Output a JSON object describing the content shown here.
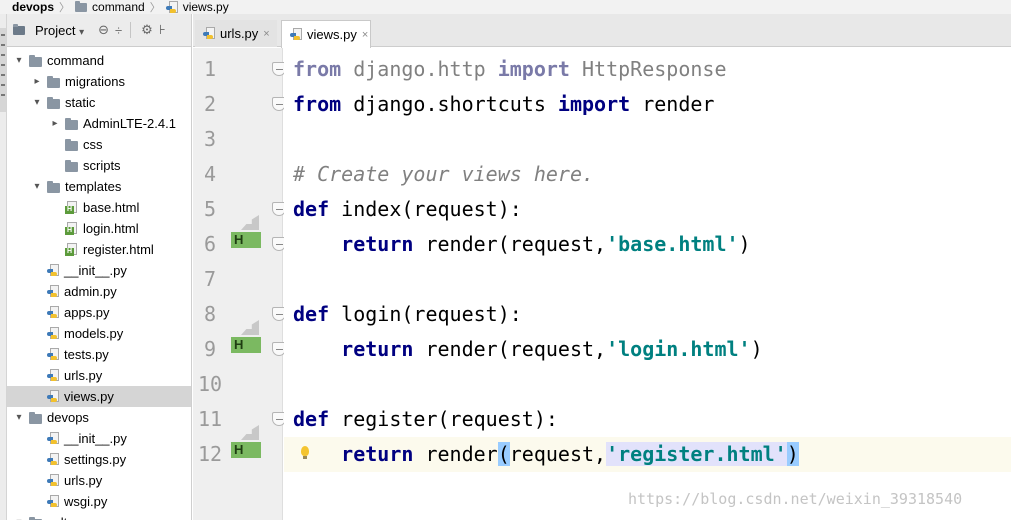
{
  "breadcrumb": [
    "devops",
    "command",
    "views.py"
  ],
  "project_panel": {
    "title": "Project",
    "title_arrow": "▾",
    "toolbar_icons": [
      "⊖",
      "÷",
      "⚙",
      "⊦"
    ],
    "tree": [
      {
        "label": "command",
        "kind": "folder",
        "depth": 1,
        "arrow": "▾"
      },
      {
        "label": "migrations",
        "kind": "folder",
        "depth": 2,
        "arrow": "▸"
      },
      {
        "label": "static",
        "kind": "folder",
        "depth": 2,
        "arrow": "▾"
      },
      {
        "label": "AdminLTE-2.4.1",
        "kind": "folder",
        "depth": 3,
        "arrow": "▸"
      },
      {
        "label": "css",
        "kind": "folder",
        "depth": 3,
        "arrow": ""
      },
      {
        "label": "scripts",
        "kind": "folder",
        "depth": 3,
        "arrow": ""
      },
      {
        "label": "templates",
        "kind": "folder",
        "depth": 2,
        "arrow": "▾"
      },
      {
        "label": "base.html",
        "kind": "html",
        "depth": 3,
        "arrow": ""
      },
      {
        "label": "login.html",
        "kind": "html",
        "depth": 3,
        "arrow": ""
      },
      {
        "label": "register.html",
        "kind": "html",
        "depth": 3,
        "arrow": ""
      },
      {
        "label": "__init__.py",
        "kind": "py",
        "depth": 2,
        "arrow": ""
      },
      {
        "label": "admin.py",
        "kind": "py",
        "depth": 2,
        "arrow": ""
      },
      {
        "label": "apps.py",
        "kind": "py",
        "depth": 2,
        "arrow": ""
      },
      {
        "label": "models.py",
        "kind": "py",
        "depth": 2,
        "arrow": ""
      },
      {
        "label": "tests.py",
        "kind": "py",
        "depth": 2,
        "arrow": ""
      },
      {
        "label": "urls.py",
        "kind": "py",
        "depth": 2,
        "arrow": ""
      },
      {
        "label": "views.py",
        "kind": "py",
        "depth": 2,
        "arrow": "",
        "selected": true
      },
      {
        "label": "devops",
        "kind": "folder",
        "depth": 1,
        "arrow": "▾"
      },
      {
        "label": "__init__.py",
        "kind": "py",
        "depth": 2,
        "arrow": ""
      },
      {
        "label": "settings.py",
        "kind": "py",
        "depth": 2,
        "arrow": ""
      },
      {
        "label": "urls.py",
        "kind": "py",
        "depth": 2,
        "arrow": ""
      },
      {
        "label": "wsgi.py",
        "kind": "py",
        "depth": 2,
        "arrow": ""
      },
      {
        "label": "salt",
        "kind": "folder",
        "depth": 1,
        "arrow": "▾"
      }
    ]
  },
  "tabs": [
    {
      "label": "urls.py",
      "close": "×",
      "active": false
    },
    {
      "label": "views.py",
      "close": "×",
      "active": true
    }
  ],
  "editor": {
    "current_line": 12,
    "lines": [
      {
        "n": "1",
        "tokens": [
          {
            "t": "from",
            "c": "kw-dim"
          },
          {
            "t": " django.http ",
            "c": "dim"
          },
          {
            "t": "import",
            "c": "kw-dim"
          },
          {
            "t": " HttpResponse",
            "c": "dim"
          }
        ]
      },
      {
        "n": "2",
        "tokens": [
          {
            "t": "from",
            "c": "kw"
          },
          {
            "t": " django.shortcuts ",
            "c": ""
          },
          {
            "t": "import",
            "c": "kw"
          },
          {
            "t": " render",
            "c": ""
          }
        ]
      },
      {
        "n": "3",
        "tokens": []
      },
      {
        "n": "4",
        "tokens": [
          {
            "t": "# Create your views here.",
            "c": "cm"
          }
        ]
      },
      {
        "n": "5",
        "tokens": [
          {
            "t": "def",
            "c": "kw"
          },
          {
            "t": " index(request):",
            "c": ""
          }
        ]
      },
      {
        "n": "6",
        "tokens": [
          {
            "t": "    ",
            "c": ""
          },
          {
            "t": "return",
            "c": "kw"
          },
          {
            "t": " render(request,",
            "c": ""
          },
          {
            "t": "'base.html'",
            "c": "str"
          },
          {
            "t": ")",
            "c": ""
          }
        ]
      },
      {
        "n": "7",
        "tokens": []
      },
      {
        "n": "8",
        "tokens": [
          {
            "t": "def",
            "c": "kw"
          },
          {
            "t": " login(request):",
            "c": ""
          }
        ]
      },
      {
        "n": "9",
        "tokens": [
          {
            "t": "    ",
            "c": ""
          },
          {
            "t": "return",
            "c": "kw"
          },
          {
            "t": " render(request,",
            "c": ""
          },
          {
            "t": "'login.html'",
            "c": "str"
          },
          {
            "t": ")",
            "c": ""
          }
        ]
      },
      {
        "n": "10",
        "tokens": []
      },
      {
        "n": "11",
        "tokens": [
          {
            "t": "def",
            "c": "kw"
          },
          {
            "t": " register(request):",
            "c": ""
          }
        ]
      },
      {
        "n": "12",
        "tokens": [
          {
            "t": "    ",
            "c": ""
          },
          {
            "t": "return",
            "c": "kw"
          },
          {
            "t": " render",
            "c": ""
          },
          {
            "t": "(",
            "c": "paren-hl"
          },
          {
            "t": "request,",
            "c": ""
          },
          {
            "t": "'register.html'",
            "c": "str-hl"
          },
          {
            "t": ")",
            "c": "paren-hl"
          }
        ]
      }
    ],
    "fold_lines": [
      1,
      2,
      5,
      6,
      8,
      9,
      11
    ],
    "h_marker_lines": [
      6,
      9,
      12
    ],
    "bulb_line": 12,
    "h_marker_text": "H"
  },
  "watermark": "https://blog.csdn.net/weixin_39318540",
  "colors": {
    "keyword": "#000080",
    "string": "#008080",
    "comment": "#808080",
    "paren_highlight": "#99ccff",
    "current_line": "#fcfaed"
  }
}
